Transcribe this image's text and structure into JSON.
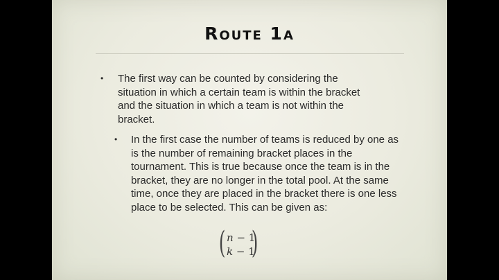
{
  "slide": {
    "title": "Route 1a",
    "bullets": [
      {
        "marker": "•",
        "text": "The first way can be counted by considering the situation in which a certain team is within the bracket and the situation in which a team is not within the bracket.",
        "sub_bullets": [
          {
            "marker": "•",
            "text": "In the first case the number of teams is reduced by one as is the number of remaining bracket places in the tournament. This is true because once the team is in the bracket, they are no longer in the total pool. At the same time, once they are placed in the bracket there is one less place to be selected. This can be given as:"
          }
        ]
      }
    ],
    "formula": {
      "type": "binomial",
      "top_var": "n",
      "top_rest": " − 1",
      "bottom_var": "k",
      "bottom_rest": " − 1"
    }
  },
  "colors": {
    "background": "#000000",
    "slide_bg": "#ebebdf",
    "title_text": "#111111",
    "body_text": "#2a2a2a",
    "rule": "#c9c9bc"
  }
}
